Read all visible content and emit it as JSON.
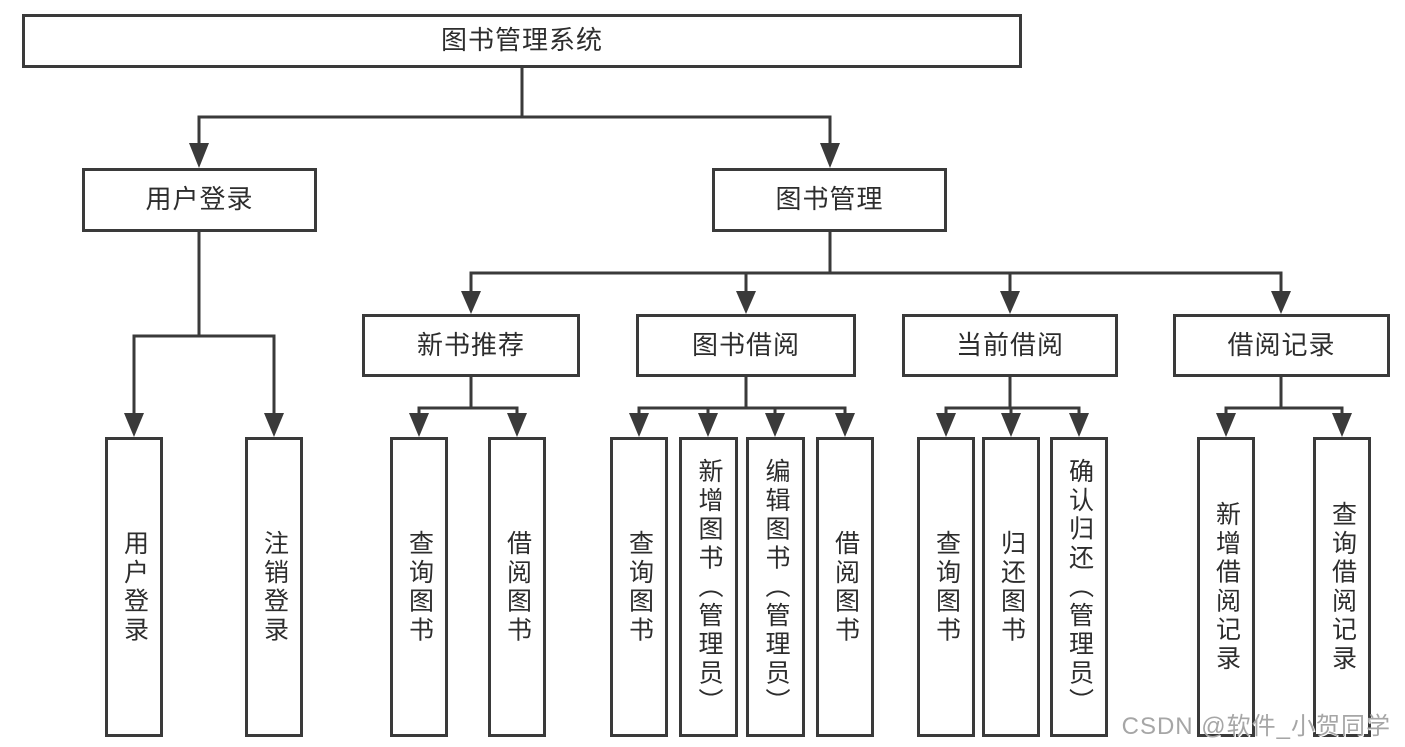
{
  "colors": {
    "line": "#3a3a3a",
    "box_border": "#3a3a3a",
    "text": "#2d2d2d",
    "background": "#ffffff",
    "watermark": "#a6a6a6"
  },
  "watermark": "CSDN @软件_小贺同学",
  "diagram": {
    "root": "图书管理系统",
    "level1": [
      {
        "label": "用户登录",
        "leaves": [
          "用户登录",
          "注销登录"
        ]
      },
      {
        "label": "图书管理",
        "sections": [
          {
            "label": "新书推荐",
            "leaves": [
              "查询图书",
              "借阅图书"
            ]
          },
          {
            "label": "图书借阅",
            "leaves": [
              "查询图书",
              "新增图书（管理员）",
              "编辑图书（管理员）",
              "借阅图书"
            ]
          },
          {
            "label": "当前借阅",
            "leaves": [
              "查询图书",
              "归还图书",
              "确认归还（管理员）"
            ]
          },
          {
            "label": "借阅记录",
            "leaves": [
              "新增借阅记录",
              "查询借阅记录"
            ]
          }
        ]
      }
    ]
  }
}
